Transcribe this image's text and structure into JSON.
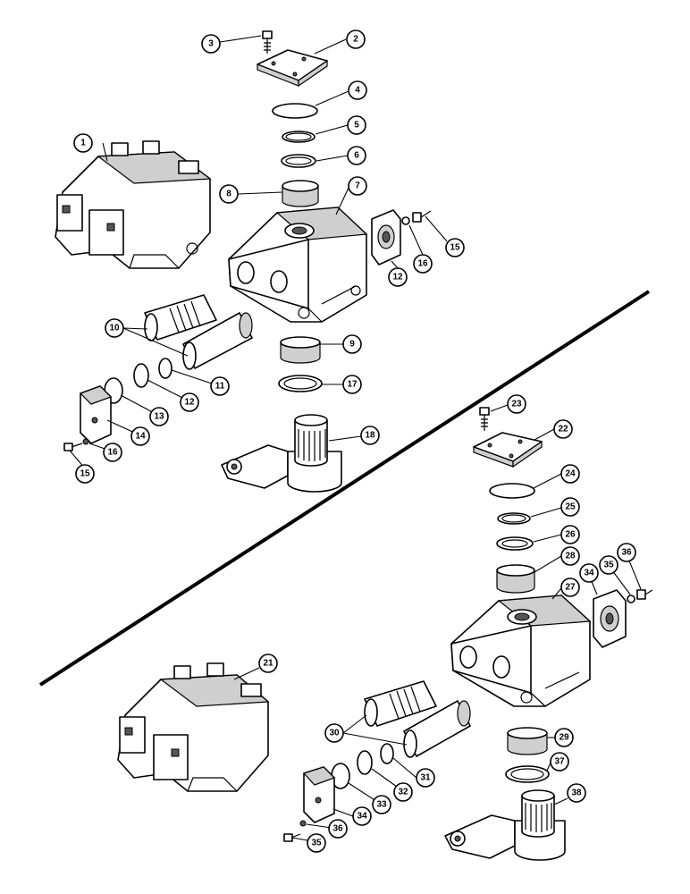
{
  "figure": {
    "kind": "exploded parts diagram",
    "assemblies": [
      "upper",
      "lower"
    ]
  },
  "callouts": [
    {
      "id": "c1",
      "label": "1"
    },
    {
      "id": "c2",
      "label": "2"
    },
    {
      "id": "c3",
      "label": "3"
    },
    {
      "id": "c4",
      "label": "4"
    },
    {
      "id": "c5",
      "label": "5"
    },
    {
      "id": "c6",
      "label": "6"
    },
    {
      "id": "c7",
      "label": "7"
    },
    {
      "id": "c8",
      "label": "8"
    },
    {
      "id": "c9",
      "label": "9"
    },
    {
      "id": "c10",
      "label": "10"
    },
    {
      "id": "c11",
      "label": "11"
    },
    {
      "id": "c12a",
      "label": "12"
    },
    {
      "id": "c12b",
      "label": "12"
    },
    {
      "id": "c13",
      "label": "13"
    },
    {
      "id": "c14",
      "label": "14"
    },
    {
      "id": "c15a",
      "label": "15"
    },
    {
      "id": "c15b",
      "label": "15"
    },
    {
      "id": "c16a",
      "label": "16"
    },
    {
      "id": "c16b",
      "label": "16"
    },
    {
      "id": "c17",
      "label": "17"
    },
    {
      "id": "c18",
      "label": "18"
    },
    {
      "id": "c21",
      "label": "21"
    },
    {
      "id": "c22",
      "label": "22"
    },
    {
      "id": "c23",
      "label": "23"
    },
    {
      "id": "c24",
      "label": "24"
    },
    {
      "id": "c25",
      "label": "25"
    },
    {
      "id": "c26",
      "label": "26"
    },
    {
      "id": "c27",
      "label": "27"
    },
    {
      "id": "c28",
      "label": "28"
    },
    {
      "id": "c29",
      "label": "29"
    },
    {
      "id": "c30",
      "label": "30"
    },
    {
      "id": "c31",
      "label": "31"
    },
    {
      "id": "c32",
      "label": "32"
    },
    {
      "id": "c33",
      "label": "33"
    },
    {
      "id": "c34a",
      "label": "34"
    },
    {
      "id": "c34b",
      "label": "34"
    },
    {
      "id": "c35a",
      "label": "35"
    },
    {
      "id": "c35b",
      "label": "35"
    },
    {
      "id": "c36a",
      "label": "36"
    },
    {
      "id": "c36b",
      "label": "36"
    },
    {
      "id": "c37",
      "label": "37"
    },
    {
      "id": "c38",
      "label": "38"
    }
  ]
}
